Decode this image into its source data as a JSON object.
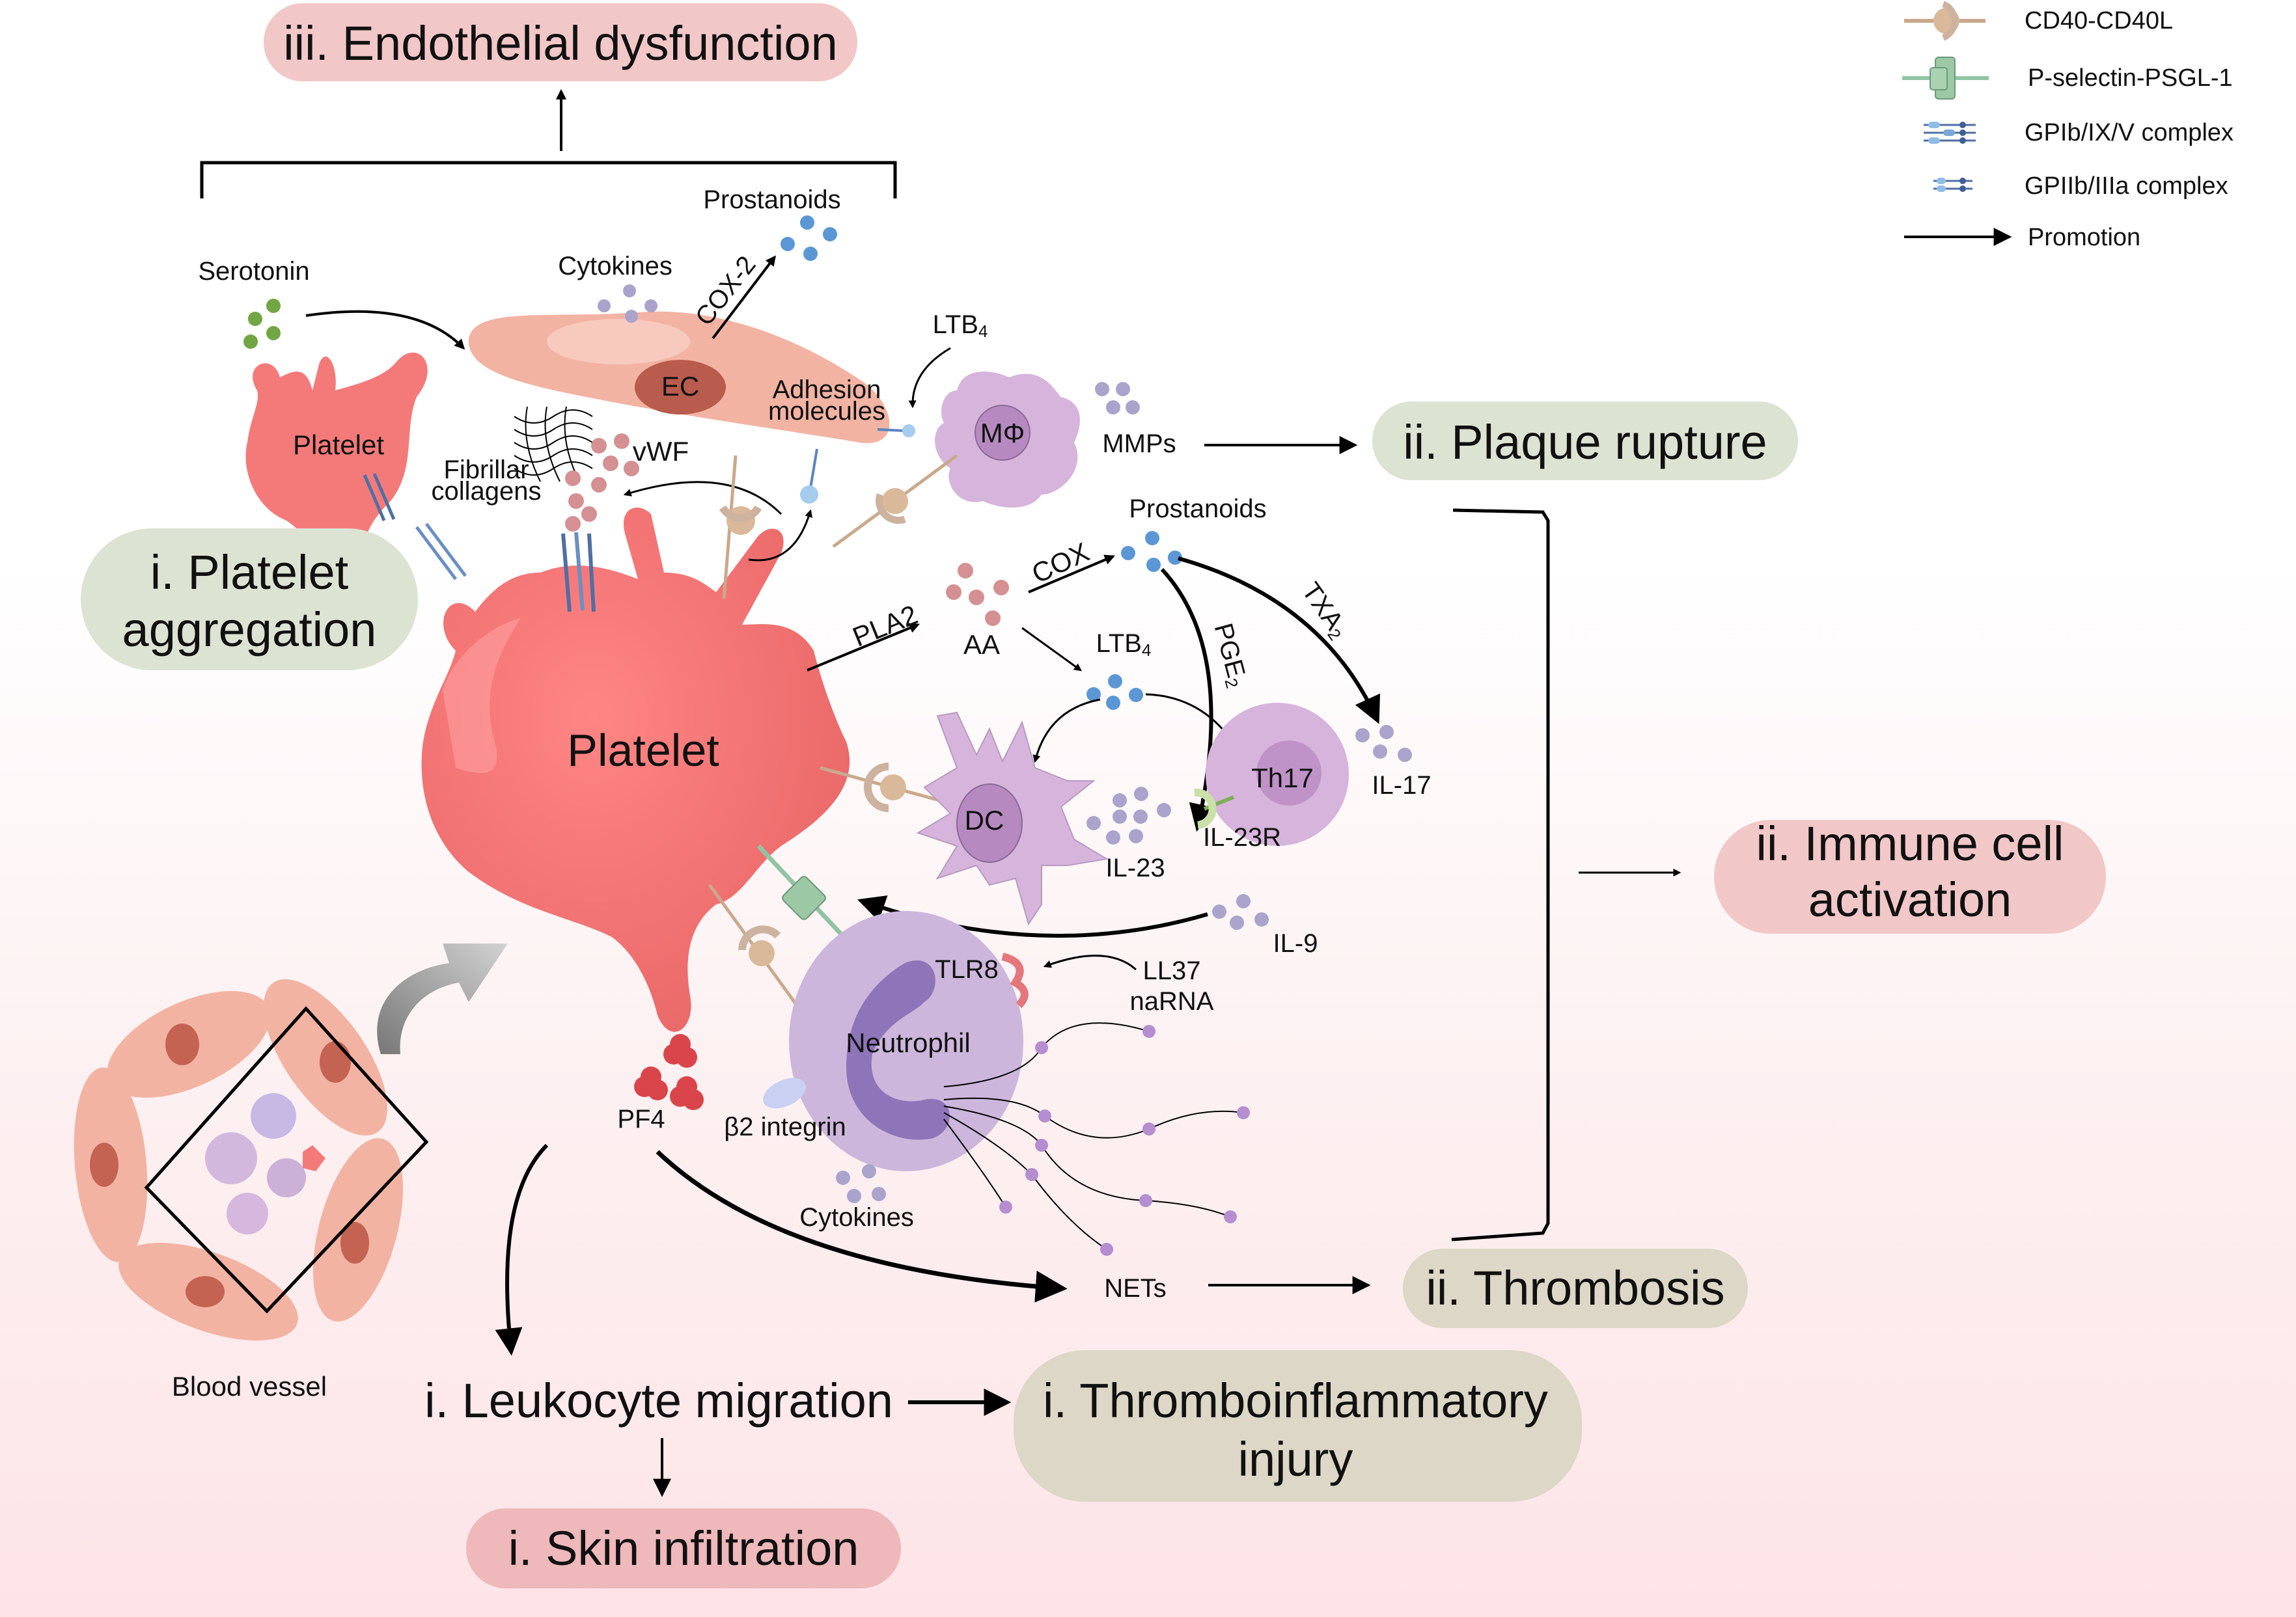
{
  "title": "Platelet-mediated mechanisms: endothelial dysfunction, plaque rupture, immune activation, thrombosis",
  "legend": {
    "items": [
      {
        "icon": "cd40-cd40l-icon",
        "label": "CD40-CD40L"
      },
      {
        "icon": "p-selectin-psgl1-icon",
        "label": "P-selectin-PSGL-1"
      },
      {
        "icon": "gpib-ix-v-icon",
        "label": "GPIb/IX/V complex"
      },
      {
        "icon": "gpiib-iiia-icon",
        "label": "GPIIb/IIIa complex"
      },
      {
        "icon": "promotion-arrow-icon",
        "label": "Promotion"
      }
    ]
  },
  "outcomes": {
    "endothelial": "iii. Endothelial dysfunction",
    "platelet_aggregation_line1": "i. Platelet",
    "platelet_aggregation_line2": "aggregation",
    "plaque_rupture": "ii. Plaque rupture",
    "immune_line1": "ii. Immune cell",
    "immune_line2": "activation",
    "thrombosis": "ii. Thrombosis",
    "leukocyte_migration": "i. Leukocyte migration",
    "thromboinflammatory_line1": "i. Thromboinflammatory",
    "thromboinflammatory_line2": "injury",
    "skin_infiltration": "i. Skin infiltration"
  },
  "colors": {
    "pink_pill": "#f2c7c8",
    "green_pill": "#dde3d3",
    "tan_pill": "#dcd7c6",
    "platelet": "#f47a7a",
    "endothelial_cell": "#f2b3a3",
    "immune_cell": "#cfaed8",
    "prostanoid_dot": "#5b97d5",
    "cytokine_dot": "#aaa4cc"
  },
  "labels": {
    "serotonin": "Serotonin",
    "cytokines_top": "Cytokines",
    "prostanoids_top": "Prostanoids",
    "cox2": "COX-2",
    "ec": "EC",
    "adhesion_1": "Adhesion",
    "adhesion_2": "molecules",
    "ltb4_top": "LTB",
    "ltb4_sub": "4",
    "macrophage": "MΦ",
    "mmps": "MMPs",
    "platelet_small": "Platelet",
    "fibrillar_1": "Fibrillar",
    "fibrillar_2": "collagens",
    "vwf": "vWF",
    "platelet_main": "Platelet",
    "prostanoids_mid": "Prostanoids",
    "cox": "COX",
    "pla2": "PLA2",
    "aa": "AA",
    "ltb4_mid": "LTB",
    "ltb4_mid_sub": "4",
    "pge2": "PGE",
    "pge2_sub": "2",
    "txa2": "TXA",
    "txa2_sub": "2",
    "dc": "DC",
    "il23": "IL-23",
    "th17": "Th17",
    "il23r": "IL-23R",
    "il17": "IL-17",
    "il9": "IL-9",
    "tlr8": "TLR8",
    "ll37": "LL37",
    "narna": "naRNA",
    "neutrophil": "Neutrophil",
    "b2_integrin": "β2 integrin",
    "cytokines_bottom": "Cytokines",
    "pf4": "PF4",
    "nets": "NETs",
    "blood_vessel": "Blood vessel"
  }
}
